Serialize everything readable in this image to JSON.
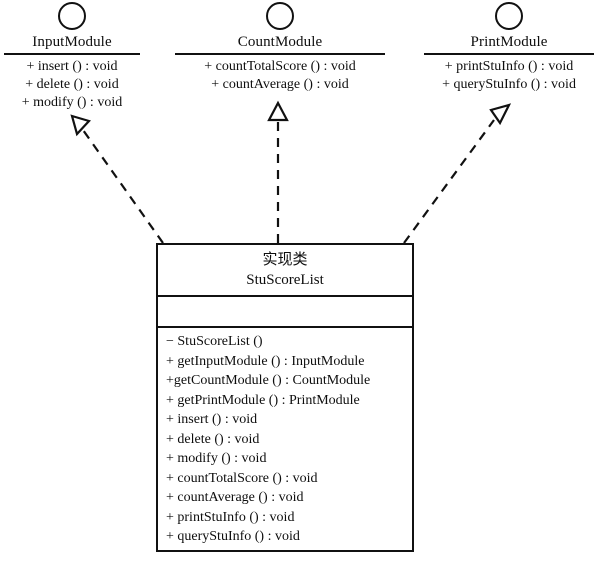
{
  "diagram": {
    "title": "UML Class Diagram - Student Score List",
    "type": "uml-class-diagram",
    "background": "#ffffff",
    "line_color": "#111111"
  },
  "interfaces": [
    {
      "id": "input-module",
      "name": "InputModule",
      "icon": "interface-lollipop-circle",
      "operations": [
        "+ insert () : void",
        "+ delete () : void",
        "+ modify () : void"
      ]
    },
    {
      "id": "count-module",
      "name": "CountModule",
      "icon": "interface-lollipop-circle",
      "operations": [
        "+ countTotalScore () : void",
        "+ countAverage () : void"
      ]
    },
    {
      "id": "print-module",
      "name": "PrintModule",
      "icon": "interface-lollipop-circle",
      "operations": [
        "+ printStuInfo () : void",
        "+ queryStuInfo () : void"
      ]
    }
  ],
  "implementation_class": {
    "id": "stu-score-list",
    "stereotype": "实现类",
    "name": "StuScoreList",
    "attributes": [],
    "operations": [
      "− StuScoreList ()",
      "+ getInputModule () : InputModule",
      "+getCountModule () : CountModule",
      "+ getPrintModule () : PrintModule",
      "+ insert () : void",
      "+ delete () : void",
      "+ modify () : void",
      "+ countTotalScore () : void",
      "+ countAverage () : void",
      "+ printStuInfo () : void",
      "+ queryStuInfo () : void"
    ]
  },
  "relationships": [
    {
      "id": "realize-input-module",
      "type": "realization",
      "style": "dashed-line-hollow-triangle",
      "from": "StuScoreList",
      "to": "InputModule"
    },
    {
      "id": "realize-count-module",
      "type": "realization",
      "style": "dashed-line-hollow-triangle",
      "from": "StuScoreList",
      "to": "CountModule"
    },
    {
      "id": "realize-print-module",
      "type": "realization",
      "style": "dashed-line-hollow-triangle",
      "from": "StuScoreList",
      "to": "PrintModule"
    }
  ]
}
